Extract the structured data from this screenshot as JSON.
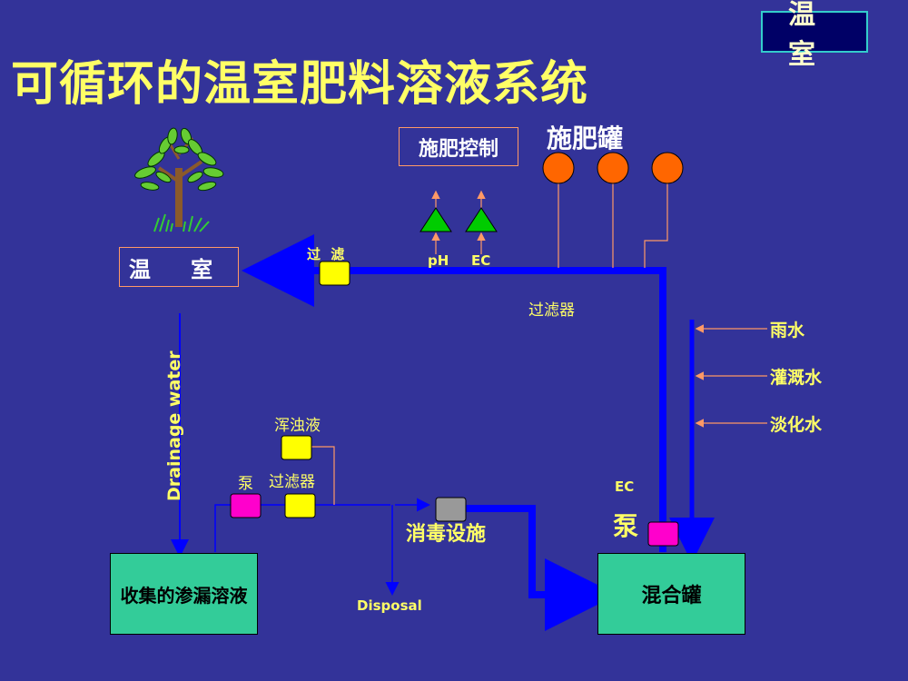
{
  "title": "可循环的温室肥料溶液系统",
  "corner_badge": "温 室",
  "labels": {
    "fertilizer_control": "施肥控制",
    "fertilizer_tanks": "施肥罐",
    "greenhouse": "温 室",
    "filter_top": "过 滤",
    "ph": "pH",
    "ec_top": "EC",
    "filter_right": "过滤器",
    "rain": "雨水",
    "irrigation": "灌溉水",
    "desalinated": "淡化水",
    "drainage": "Drainage water",
    "turbid": "浑浊液",
    "pump_left": "泵",
    "filter_bottom": "过滤器",
    "disinfection": "消毒设施",
    "ec_bottom": "EC",
    "pump_right": "泵",
    "disposal": "Disposal",
    "collection_tank": "收集的渗漏溶液",
    "mixing_tank": "混合罐"
  },
  "colors": {
    "background": "#333399",
    "pipe": "#0000ff",
    "thin_line": "#ff9966",
    "title": "#ffff66",
    "tank": "#33cc99",
    "filter_box": "#ffff00",
    "pump_box": "#ff00cc",
    "disinfection_box": "#999999",
    "fert_tank": "#ff6600",
    "sensor": "#00cc00"
  },
  "icons": [
    "tree-icon",
    "ph-sensor-icon",
    "ec-sensor-icon"
  ]
}
